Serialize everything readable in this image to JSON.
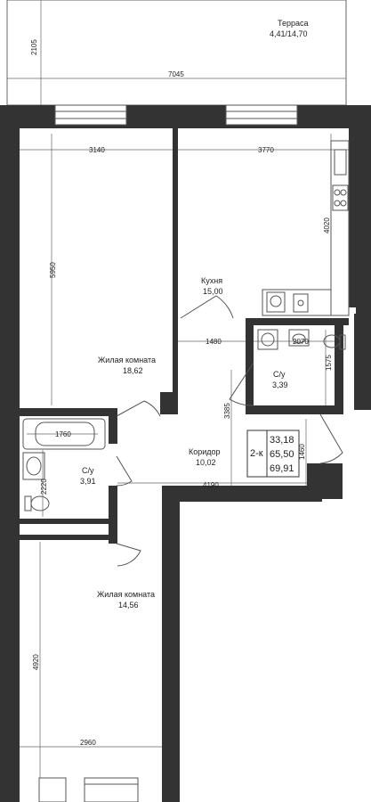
{
  "rooms": {
    "terrace": {
      "name": "Терраса",
      "area": "4,41/14,70"
    },
    "kitchen": {
      "name": "Кухня",
      "area": "15,00"
    },
    "living1": {
      "name": "Жилая комната",
      "area": "18,62"
    },
    "bath2": {
      "name": "С/у",
      "area": "3,39"
    },
    "corridor": {
      "name": "Коридор",
      "area": "10,02"
    },
    "bath1": {
      "name": "С/у",
      "area": "3,91"
    },
    "living2": {
      "name": "Жилая комната",
      "area": "14,56"
    }
  },
  "dimensions": {
    "terrace_width": "7045",
    "terrace_depth": "2105",
    "living1_width": "3140",
    "kitchen_width": "3770",
    "living1_depth": "5950",
    "kitchen_depth": "4020",
    "hall_width": "1480",
    "bath2_width": "2070",
    "bath2_depth": "1575",
    "corridor_depth": "3385",
    "bath1_tub": "1760",
    "bath1_depth": "2220",
    "corridor_width": "4190",
    "entry": "1460",
    "living2_depth": "4920",
    "living2_width": "2960"
  },
  "unit_summary": {
    "type": "2-к",
    "living_area": "33,18",
    "total_area": "65,50",
    "total_with_terrace": "69,91"
  },
  "colors": {
    "wall": "#333333",
    "line": "#555555",
    "background": "#ffffff"
  },
  "icons": [
    "stove-icon",
    "sink-icon",
    "washing-machine-icon",
    "toilet-icon",
    "bathtub-icon",
    "door-swing-icon",
    "window-icon"
  ]
}
